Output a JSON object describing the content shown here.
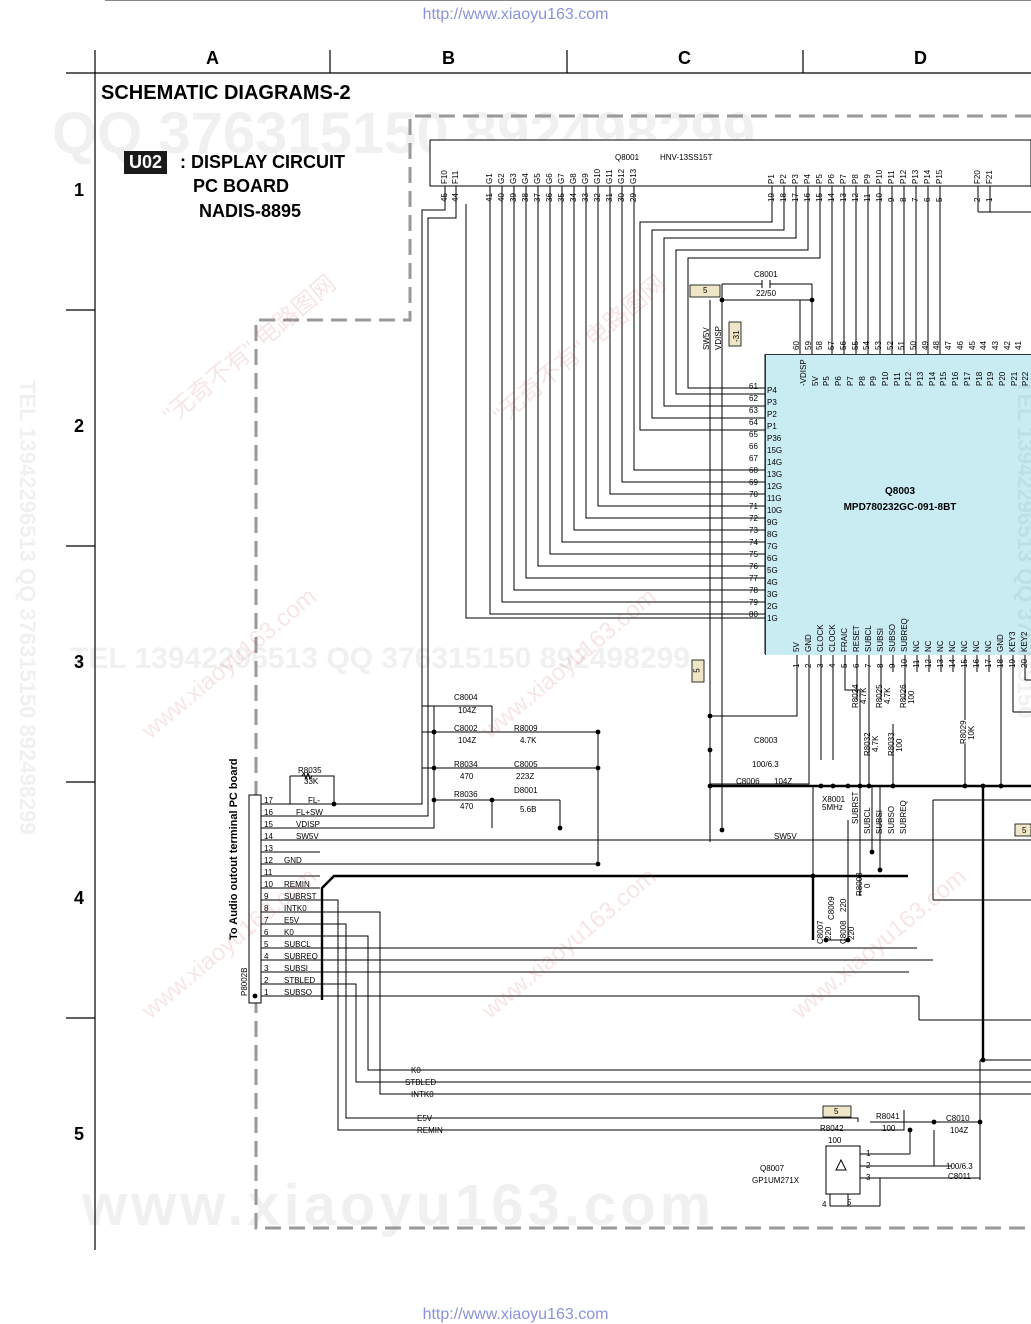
{
  "header_url": "http://www.xiaoyu163.com",
  "footer_url": "http://www.xiaoyu163.com",
  "page_title": "SCHEMATIC DIAGRAMS-2",
  "badge": "U02",
  "circuit_title": ": DISPLAY CIRCUIT",
  "board_line": "PC BOARD",
  "model_line": "NADIS-8895",
  "columns": [
    "A",
    "B",
    "C",
    "D"
  ],
  "rows": [
    "1",
    "2",
    "3",
    "4",
    "5"
  ],
  "watermarks": {
    "qq_top": "QQ 376315150  892498299",
    "tel_mid": "TEL 13942296513   QQ 376315150   892498299",
    "site_big": "www.xiaoyu163.com",
    "site_small": "www.xiaoyu163.com",
    "chinese": "\"无奇不有\" 电路图网",
    "tel_left_vertical": "TEL 13942296513  QQ 376315150  892498299",
    "tel_right_vertical": "TEL 13942296513  QQ 376315150"
  },
  "vfd": {
    "ref": "Q8001",
    "part": "HNV-13SS15T",
    "pin_names_left": [
      "F10",
      "F11",
      "G1",
      "G2",
      "G3",
      "G4",
      "G5",
      "G6",
      "G7",
      "G8",
      "G9",
      "G10",
      "G11",
      "G12",
      "G13"
    ],
    "pin_nums_left": [
      "45",
      "44",
      "41",
      "40",
      "39",
      "38",
      "37",
      "36",
      "35",
      "34",
      "33",
      "32",
      "31",
      "30",
      "29"
    ],
    "pin_names_right": [
      "P1",
      "P2",
      "P3",
      "P4",
      "P5",
      "P6",
      "P7",
      "P8",
      "P9",
      "P10",
      "P11",
      "P12",
      "P13",
      "P14",
      "P15",
      "F20",
      "F21"
    ],
    "pin_nums_right": [
      "19",
      "18",
      "17",
      "16",
      "15",
      "14",
      "13",
      "12",
      "11",
      "10",
      "9",
      "8",
      "7",
      "6",
      "5",
      "2",
      "1"
    ]
  },
  "mcu": {
    "ref": "Q8003",
    "part": "MPD780232GC-091-8BT",
    "left_pin_nums": [
      "61",
      "62",
      "63",
      "64",
      "65",
      "66",
      "67",
      "68",
      "69",
      "70",
      "71",
      "72",
      "73",
      "74",
      "75",
      "76",
      "77",
      "78",
      "79",
      "80"
    ],
    "left_pin_names": [
      "P4",
      "P3",
      "P2",
      "P1",
      "P36",
      "15G",
      "14G",
      "13G",
      "12G",
      "11G",
      "10G",
      "9G",
      "8G",
      "7G",
      "6G",
      "5G",
      "4G",
      "3G",
      "2G",
      "1G"
    ],
    "top_pin_nums": [
      "60",
      "59",
      "58",
      "57",
      "56",
      "55",
      "54",
      "53",
      "52",
      "51",
      "50",
      "49",
      "48",
      "47",
      "46",
      "45",
      "44",
      "43",
      "42",
      "41"
    ],
    "top_pin_names": [
      "-VDISP",
      "5V",
      "P5",
      "P6",
      "P7",
      "P8",
      "P9",
      "P10",
      "P11",
      "P12",
      "P13",
      "P14",
      "P15",
      "P16",
      "P17",
      "P18",
      "P19",
      "P20",
      "P21",
      "P22"
    ],
    "bottom_pin_nums": [
      "1",
      "2",
      "3",
      "4",
      "5",
      "6",
      "7",
      "8",
      "9",
      "10",
      "11",
      "12",
      "13",
      "14",
      "15",
      "16",
      "17",
      "18",
      "19",
      "20"
    ],
    "bottom_pin_names": [
      "5V",
      "GND",
      "CLOCK",
      "CLOCK",
      "FRAIC",
      "RESET",
      "SUBCL",
      "SUBSI",
      "SUBSO",
      "SUBREQ",
      "NC",
      "NC",
      "NC",
      "NC",
      "NC",
      "NC",
      "NC",
      "GND",
      "KEY3",
      "KEY2"
    ]
  },
  "connector": {
    "ref": "P8002B",
    "title": "To Audio outout terminal PC board",
    "pins": [
      {
        "num": "17",
        "name": "FL-"
      },
      {
        "num": "16",
        "name": "FL+SW"
      },
      {
        "num": "15",
        "name": "VDISP"
      },
      {
        "num": "14",
        "name": "SW5V"
      },
      {
        "num": "13",
        "name": ""
      },
      {
        "num": "12",
        "name": "GND"
      },
      {
        "num": "11",
        "name": ""
      },
      {
        "num": "10",
        "name": "REMIN"
      },
      {
        "num": "9",
        "name": "SUBRST"
      },
      {
        "num": "8",
        "name": "INTK0"
      },
      {
        "num": "7",
        "name": "E5V"
      },
      {
        "num": "6",
        "name": "K0"
      },
      {
        "num": "5",
        "name": "SUBCL"
      },
      {
        "num": "4",
        "name": "SUBREQ"
      },
      {
        "num": "3",
        "name": "SUBSI"
      },
      {
        "num": "2",
        "name": "STBLED"
      },
      {
        "num": "1",
        "name": "SUBSO"
      }
    ]
  },
  "components": {
    "r8035": {
      "ref": "R8035",
      "val": "33K"
    },
    "c8004": {
      "ref": "C8004",
      "val": "104Z"
    },
    "c8002": {
      "ref": "C8002",
      "val": "104Z"
    },
    "r8009": {
      "ref": "R8009",
      "val": "4.7K"
    },
    "r8034": {
      "ref": "R8034",
      "val": "470"
    },
    "c8005": {
      "ref": "C8005",
      "val": "223Z"
    },
    "r8036": {
      "ref": "R8036",
      "val": "470"
    },
    "d8001": {
      "ref": "D8001",
      "val": "5.6B"
    },
    "c8001": {
      "ref": "C8001",
      "val": "22/50"
    },
    "c8003": {
      "ref": "C8003",
      "val": "100/6.3"
    },
    "c8006": {
      "ref": "C8006",
      "val": "104Z"
    },
    "x8001": {
      "ref": "X8001",
      "val": "5MHz"
    },
    "r8024": {
      "ref": "R8024",
      "val": "4.7K"
    },
    "r8025": {
      "ref": "R8025",
      "val": "4.7K"
    },
    "r8026": {
      "ref": "R8026",
      "val": "100"
    },
    "r8032": {
      "ref": "R8032",
      "val": "4.7K"
    },
    "r8033": {
      "ref": "R8033",
      "val": "100"
    },
    "r8029": {
      "ref": "R8029",
      "val": "10K"
    },
    "r8008": {
      "ref": "R8008",
      "val": "0"
    },
    "c8007": {
      "ref": "C8007",
      "val": "220"
    },
    "c8008": {
      "ref": "C8008",
      "val": "220"
    },
    "c8009": {
      "ref": "C8009",
      "val": "220"
    },
    "r8041": {
      "ref": "R8041",
      "val": "100"
    },
    "r8042": {
      "ref": "R8042",
      "val": "100"
    },
    "c8010": {
      "ref": "C8010",
      "val": "104Z"
    },
    "c8011": {
      "ref": "C8011",
      "val": "100/6.3"
    },
    "q8007": {
      "ref": "Q8007",
      "val": "GP1UM271X"
    }
  },
  "net_labels": {
    "sw5v_vert": "SW5V",
    "vdisp_vert": "VDISP",
    "neg31": "-31",
    "sw5v_bus": "SW5V",
    "subrst": "SUBRST",
    "subcl": "SUBCL",
    "subsi": "SUBSI",
    "subso": "SUBSO",
    "subreq": "SUBREQ",
    "k0": "K0",
    "stbled": "STBLED",
    "intk0": "INTK0",
    "e5v": "E5V",
    "remin": "REMIN"
  },
  "flags": [
    "5",
    "5",
    "5",
    "5"
  ],
  "sensor_pins": [
    "1",
    "2",
    "3",
    "4",
    "5"
  ]
}
